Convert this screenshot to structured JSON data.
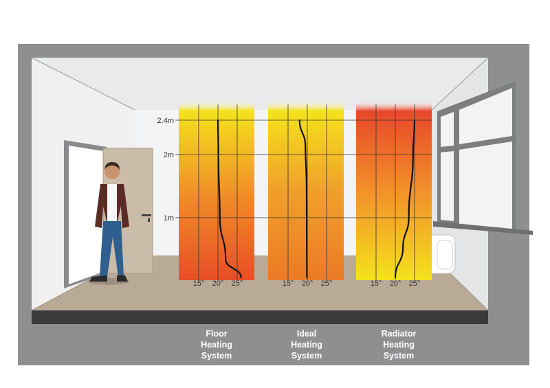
{
  "height_labels": [
    "2.4m",
    "2m",
    "1m"
  ],
  "systems": [
    {
      "key": "floor",
      "label_lines": [
        "Floor",
        "Heating",
        "System"
      ],
      "gradient": [
        "#f4e21c",
        "#f08a28",
        "#e84e26"
      ],
      "ticks": [
        "15°",
        "20°",
        "25°"
      ],
      "curve": [
        [
          20,
          2.4
        ],
        [
          20.1,
          2.0
        ],
        [
          20.5,
          1.0
        ],
        [
          22,
          0.3
        ],
        [
          26,
          0.0
        ]
      ]
    },
    {
      "key": "ideal",
      "label_lines": [
        "Ideal",
        "Heating",
        "System"
      ],
      "gradient": [
        "#f4e21c",
        "#f0a02a",
        "#ec7a26"
      ],
      "ticks": [
        "15°",
        "20°",
        "25°"
      ],
      "curve": [
        [
          18,
          2.4
        ],
        [
          19.5,
          2.1
        ],
        [
          19.8,
          1.5
        ],
        [
          19.9,
          0.0
        ]
      ]
    },
    {
      "key": "radiator",
      "label_lines": [
        "Radiator",
        "Heating",
        "System"
      ],
      "gradient": [
        "#e8482a",
        "#f2902a",
        "#f4e21c"
      ],
      "ticks": [
        "15°",
        "20°",
        "25°"
      ],
      "curve": [
        [
          25,
          2.4
        ],
        [
          24.6,
          2.0
        ],
        [
          23.5,
          1.0
        ],
        [
          22,
          0.5
        ],
        [
          20,
          0.0
        ]
      ]
    }
  ],
  "colors": {
    "wall": "#8f8f91",
    "floor": "#b9aa98",
    "ceiling": "#e9eaeb",
    "back_wall": "#f3f4f5",
    "door": "#cbbba9",
    "base": "#3b3b3d",
    "curve": "#111111"
  }
}
